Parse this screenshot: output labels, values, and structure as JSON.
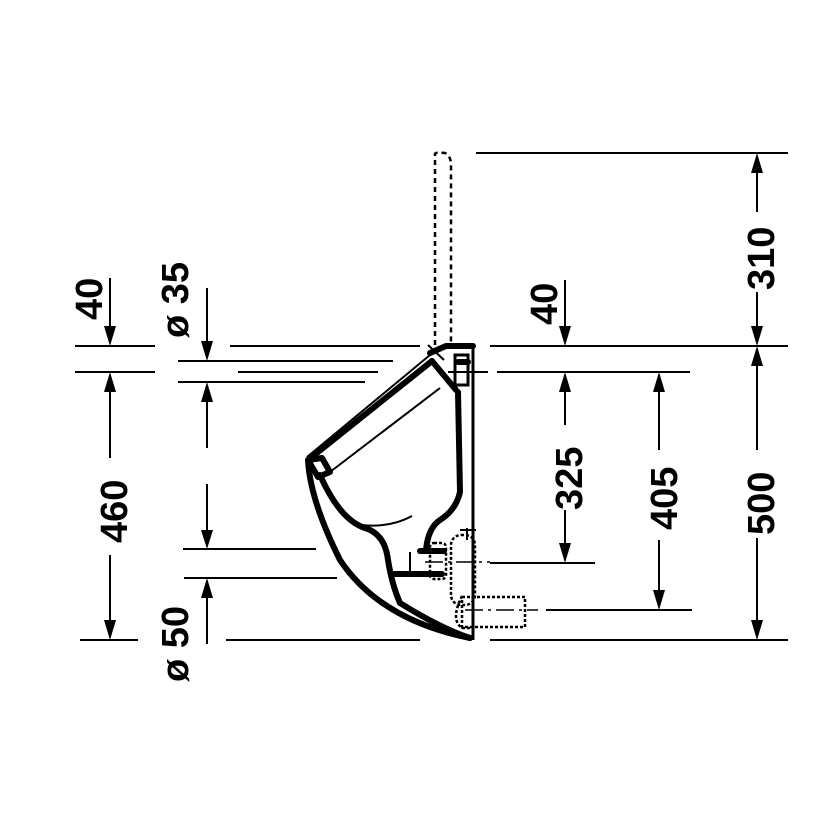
{
  "drawing": {
    "title": "Urinal side elevation technical drawing",
    "subject": "wall-hung urinal with concealed inlet and rear outlet",
    "units": "mm",
    "background_color": "#ffffff",
    "line_color": "#000000"
  },
  "dimensions": {
    "left_top": {
      "label": "40",
      "orientation": "vertical"
    },
    "left_inlet_diameter": {
      "label": "ø 35",
      "orientation": "vertical"
    },
    "left_height": {
      "label": "460",
      "orientation": "vertical"
    },
    "left_outlet_diameter": {
      "label": "ø 50",
      "orientation": "vertical"
    },
    "right_top": {
      "label": "40",
      "orientation": "vertical"
    },
    "right_inner_height": {
      "label": "325",
      "orientation": "vertical"
    },
    "right_outlet_height": {
      "label": "405",
      "orientation": "vertical"
    },
    "right_pipe_height": {
      "label": "310",
      "orientation": "vertical"
    },
    "right_total_height": {
      "label": "500",
      "orientation": "vertical"
    }
  },
  "components": {
    "inlet_pipe": {
      "style": "dashed",
      "position": "top"
    },
    "outlet_siphon": {
      "style": "dotted",
      "position": "rear-bottom"
    },
    "urinal_body": {
      "style": "solid-thick"
    }
  }
}
